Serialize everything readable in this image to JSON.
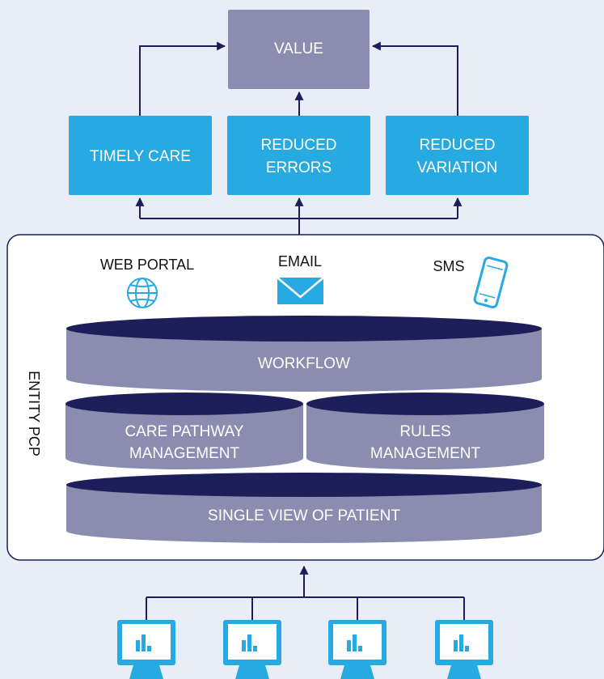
{
  "top": {
    "value_label": "VALUE",
    "boxes": [
      {
        "line1": "TIMELY CARE",
        "line2": ""
      },
      {
        "line1": "REDUCED",
        "line2": "ERRORS"
      },
      {
        "line1": "REDUCED",
        "line2": "VARIATION"
      }
    ]
  },
  "platform": {
    "side_label": "ENTITY PCP",
    "channels": [
      {
        "label": "WEB PORTAL",
        "icon": "globe-icon"
      },
      {
        "label": "EMAIL",
        "icon": "envelope-icon"
      },
      {
        "label": "SMS",
        "icon": "smartphone-icon"
      }
    ],
    "layers": {
      "workflow": "WORKFLOW",
      "care_pathway_line1": "CARE PATHWAY",
      "care_pathway_line2": "MANAGEMENT",
      "rules_line1": "RULES",
      "rules_line2": "MANAGEMENT",
      "single_view": "SINGLE VIEW OF PATIENT"
    }
  },
  "sources": {
    "count": 4,
    "icon": "monitor-chart-icon"
  },
  "colors": {
    "background": "#e8eef7",
    "box_blue": "#27a9e1",
    "value_gray": "#8b8db0",
    "cylinder_body": "#8b8db0",
    "cylinder_top": "#1d1f5a",
    "arrow_navy": "#1d1f5a",
    "icon_blue": "#27a9e1"
  }
}
